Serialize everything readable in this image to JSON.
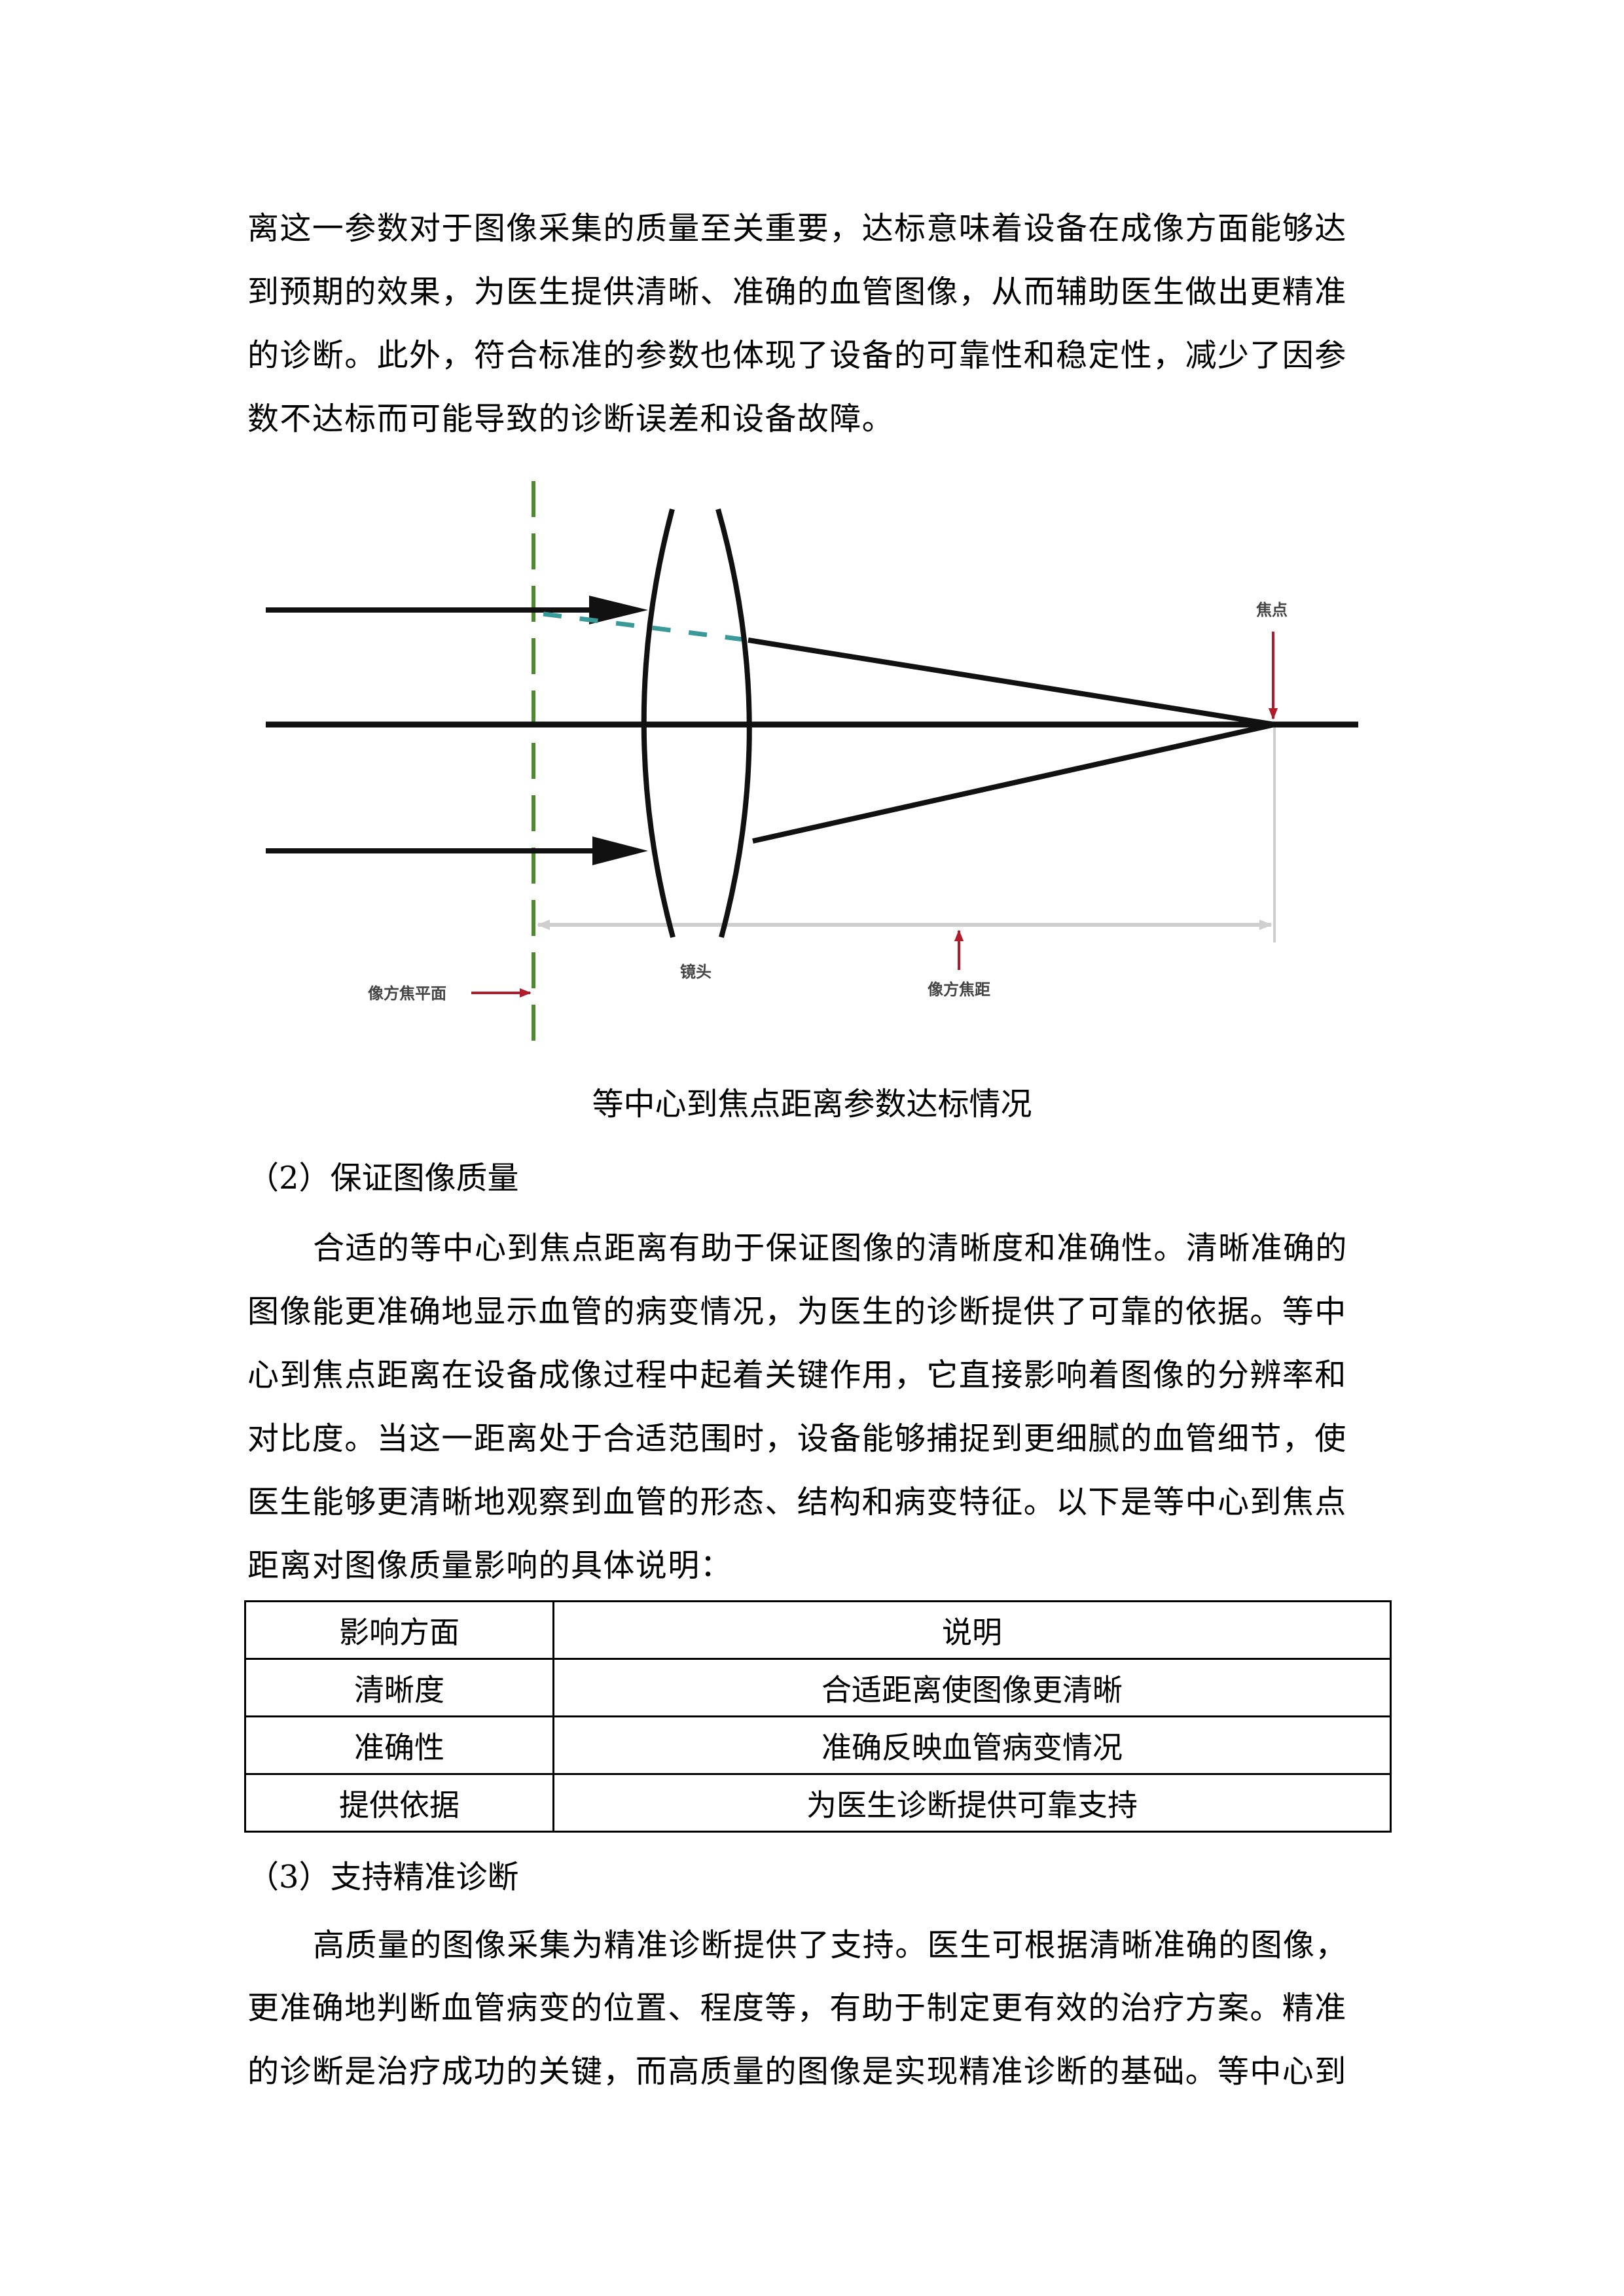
{
  "intro_paragraph": {
    "lines": [
      "离这一参数对于图像采集的质量至关重要，达标意味着设备在成像方面能够达",
      "到预期的效果，为医生提供清晰、准确的血管图像，从而辅助医生做出更精准",
      "的诊断。此外，符合标准的参数也体现了设备的可靠性和稳定性，减少了因参",
      "数不达标而可能导致的诊断误差和设备故障。"
    ]
  },
  "figure": {
    "labels": {
      "focal_point": "焦点",
      "lens": "镜头",
      "image_focal_plane": "像方焦平面",
      "image_focal_length": "像方焦距"
    },
    "colors": {
      "rays": "#111111",
      "focal_plane": "#4f8a2e",
      "virtual_ray": "#3a9a9a",
      "pointer_arrows": "#b01c2c",
      "dimension_line": "#cccccc"
    },
    "caption": "等中心到焦点距离参数达标情况"
  },
  "section2": {
    "heading": "（2）保证图像质量",
    "lines": [
      "合适的等中心到焦点距离有助于保证图像的清晰度和准确性。清晰准确的",
      "图像能更准确地显示血管的病变情况，为医生的诊断提供了可靠的依据。等中",
      "心到焦点距离在设备成像过程中起着关键作用，它直接影响着图像的分辨率和",
      "对比度。当这一距离处于合适范围时，设备能够捕捉到更细腻的血管细节，使",
      "医生能够更清晰地观察到血管的形态、结构和病变特征。以下是等中心到焦点",
      "距离对图像质量影响的具体说明："
    ]
  },
  "table": {
    "headers": [
      "影响方面",
      "说明"
    ],
    "rows": [
      [
        "清晰度",
        "合适距离使图像更清晰"
      ],
      [
        "准确性",
        "准确反映血管病变情况"
      ],
      [
        "提供依据",
        "为医生诊断提供可靠支持"
      ]
    ]
  },
  "section3": {
    "heading": "（3）支持精准诊断",
    "lines": [
      "高质量的图像采集为精准诊断提供了支持。医生可根据清晰准确的图像，",
      "更准确地判断血管病变的位置、程度等，有助于制定更有效的治疗方案。精准",
      "的诊断是治疗成功的关键，而高质量的图像是实现精准诊断的基础。等中心到"
    ]
  }
}
